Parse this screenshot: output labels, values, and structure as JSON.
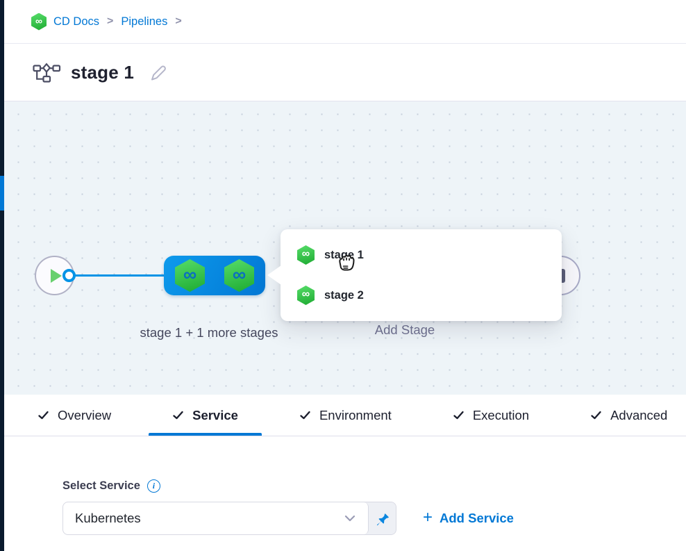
{
  "colors": {
    "accent": "#0278d5",
    "node_blue_start": "#0d9aec",
    "node_blue_end": "#0277d4",
    "hex_green_start": "#52d965",
    "hex_green_end": "#22ae36",
    "rail_dark": "#0a1b2e",
    "canvas_bg": "#eef4f8",
    "edge_blue": "#0093e6"
  },
  "icons": {
    "infinity": "∞",
    "plus": "+",
    "breadcrumb_separator": ">",
    "info": "i"
  },
  "breadcrumb": {
    "items": [
      {
        "label": "CD Docs"
      },
      {
        "label": "Pipelines"
      }
    ]
  },
  "header": {
    "title": "stage 1"
  },
  "canvas": {
    "node_label": "stage 1 + 1 more stages",
    "add_stage_label": "Add Stage",
    "popup": {
      "items": [
        {
          "label": "stage 1"
        },
        {
          "label": "stage 2"
        }
      ]
    }
  },
  "tabs": [
    {
      "label": "Overview",
      "active": false
    },
    {
      "label": "Service",
      "active": true
    },
    {
      "label": "Environment",
      "active": false
    },
    {
      "label": "Execution",
      "active": false
    },
    {
      "label": "Advanced",
      "active": false
    }
  ],
  "service_form": {
    "label": "Select Service",
    "select_value": "Kubernetes",
    "add_service_label": "Add Service"
  }
}
